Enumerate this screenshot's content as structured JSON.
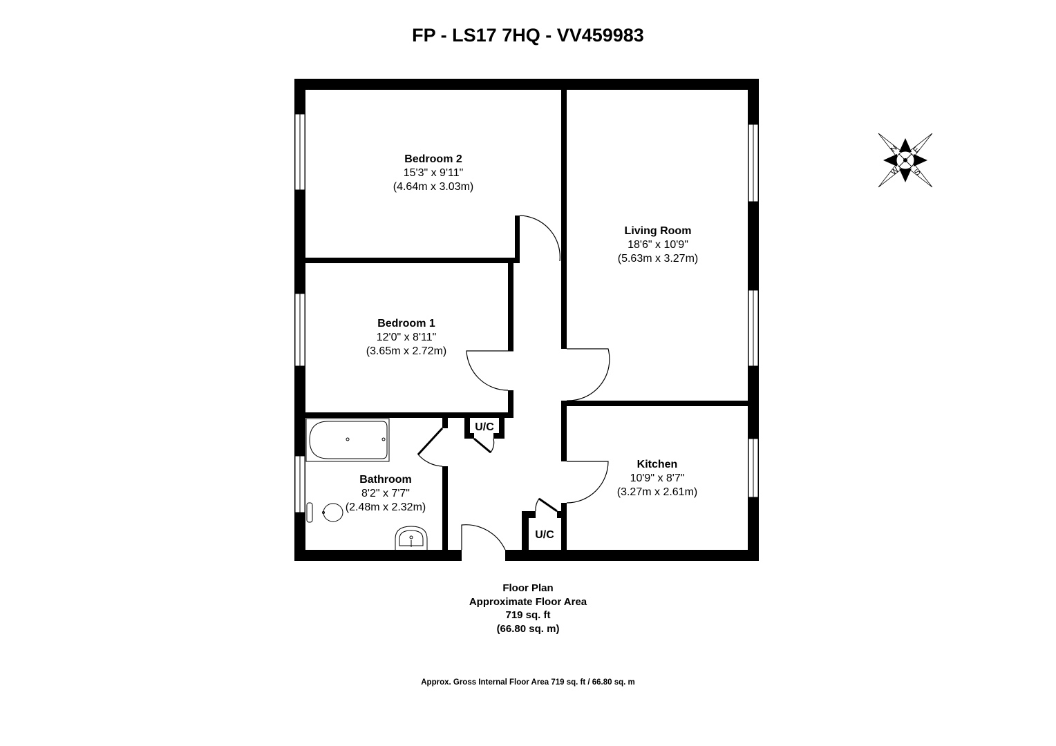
{
  "title": "FP - LS17 7HQ - VV459983",
  "rooms": [
    {
      "name": "Bedroom 2",
      "imperial": "15'3\" x 9'11\"",
      "metric": "(4.64m x 3.03m)"
    },
    {
      "name": "Living Room",
      "imperial": "18'6\" x 10'9\"",
      "metric": "(5.63m x 3.27m)"
    },
    {
      "name": "Bedroom 1",
      "imperial": "12'0\" x 8'11\"",
      "metric": "(3.65m x 2.72m)"
    },
    {
      "name": "Kitchen",
      "imperial": "10'9\" x 8'7\"",
      "metric": "(3.27m x 2.61m)"
    },
    {
      "name": "Bathroom",
      "imperial": "8'2\" x 7'7\"",
      "metric": "(2.48m x 2.32m)"
    }
  ],
  "cupboards": [
    "U/C",
    "U/C"
  ],
  "compass": {
    "icon": "compass-rose-icon",
    "labels": [
      "N",
      "E",
      "S",
      "W"
    ]
  },
  "summary": {
    "line1": "Floor Plan",
    "line2": "Approximate Floor Area",
    "line3": "719 sq. ft",
    "line4": "(66.80 sq. m)"
  },
  "footer": "Approx. Gross Internal Floor Area 719 sq. ft / 66.80 sq. m"
}
